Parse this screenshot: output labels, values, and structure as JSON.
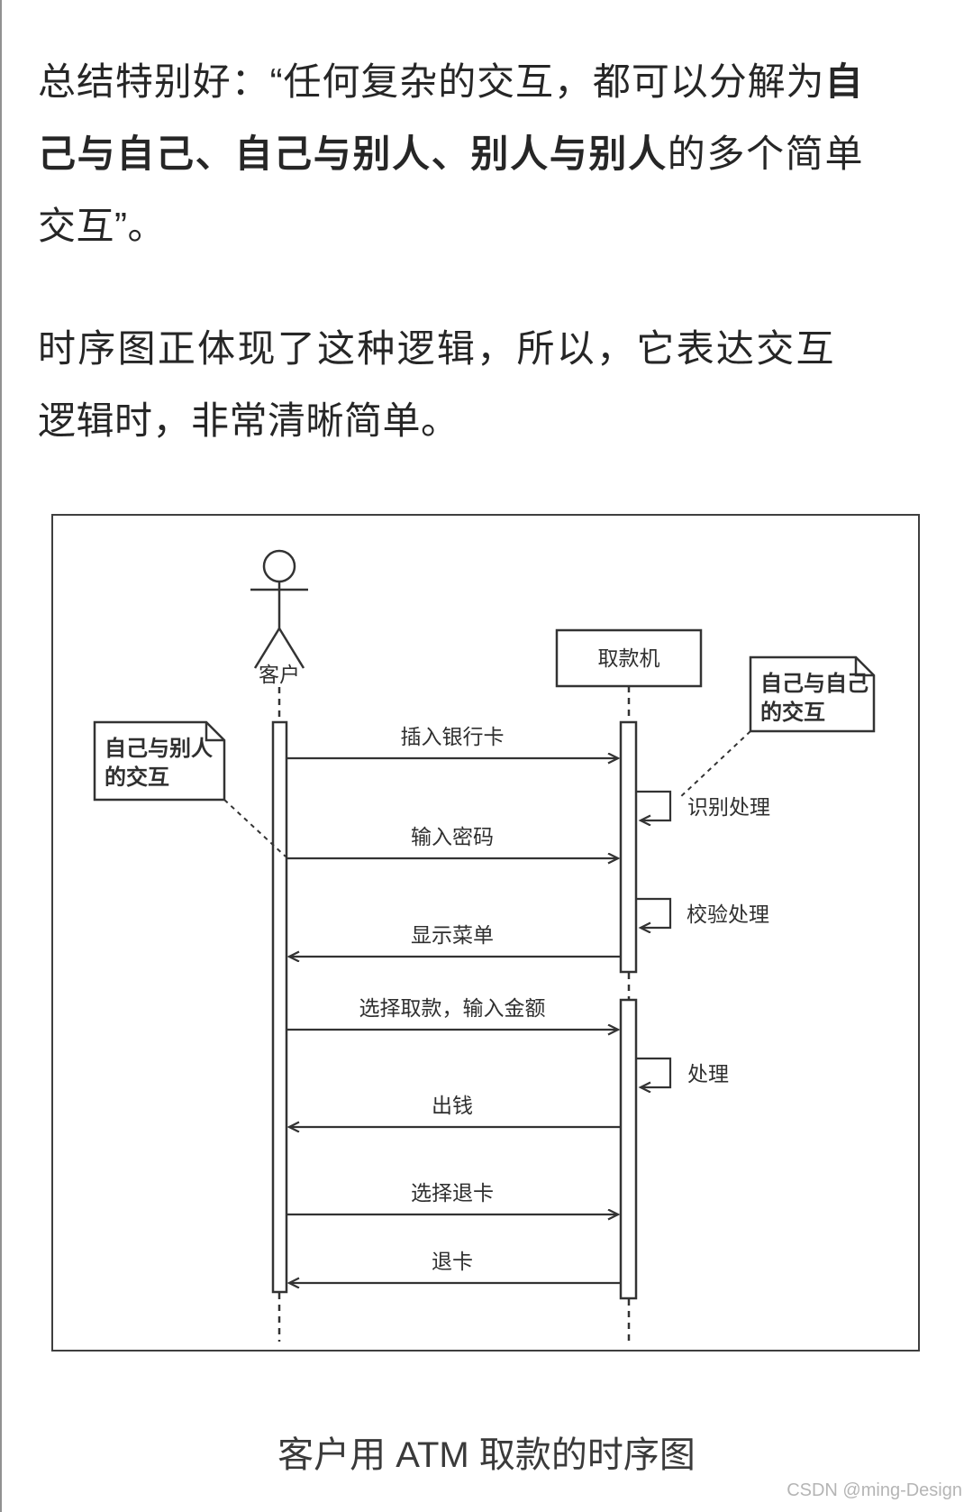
{
  "article": {
    "paragraph1": {
      "parts": [
        {
          "text": "总结特别好：“任何复杂的交互，都可以分解为",
          "bold": false
        },
        {
          "text": "自己与自己、自己与别人、别人与别人",
          "bold": true
        },
        {
          "text": "的多个简单交互”。",
          "bold": false
        }
      ]
    },
    "paragraph2": "时序图正体现了这种逻辑，所以，它表达交互逻辑时，非常清晰简单。"
  },
  "diagram": {
    "type": "uml-sequence",
    "actor_label": "客户",
    "object_label": "取款机",
    "note_left": {
      "line1": "自己与别人",
      "line2": "的交互"
    },
    "note_right": {
      "line1": "自己与自己",
      "line2": "的交互"
    },
    "messages": [
      {
        "label": "插入银行卡",
        "from": "客户",
        "to": "取款机",
        "direction": "right"
      },
      {
        "label": "输入密码",
        "from": "客户",
        "to": "取款机",
        "direction": "right"
      },
      {
        "label": "显示菜单",
        "from": "取款机",
        "to": "客户",
        "direction": "left"
      },
      {
        "label": "选择取款，输入金额",
        "from": "客户",
        "to": "取款机",
        "direction": "right"
      },
      {
        "label": "出钱",
        "from": "取款机",
        "to": "客户",
        "direction": "left"
      },
      {
        "label": "选择退卡",
        "from": "客户",
        "to": "取款机",
        "direction": "right"
      },
      {
        "label": "退卡",
        "from": "取款机",
        "to": "客户",
        "direction": "left"
      }
    ],
    "self_processes": [
      {
        "label": "识别处理"
      },
      {
        "label": "校验处理"
      },
      {
        "label": "处理"
      }
    ],
    "caption": "客户用 ATM 取款的时序图"
  },
  "watermark": "CSDN @ming-Design",
  "colors": {
    "diagram_stroke": "#333333",
    "body_text": "#262626",
    "caption_text": "#3a3a3a",
    "watermark_text": "#b5b5b5"
  }
}
